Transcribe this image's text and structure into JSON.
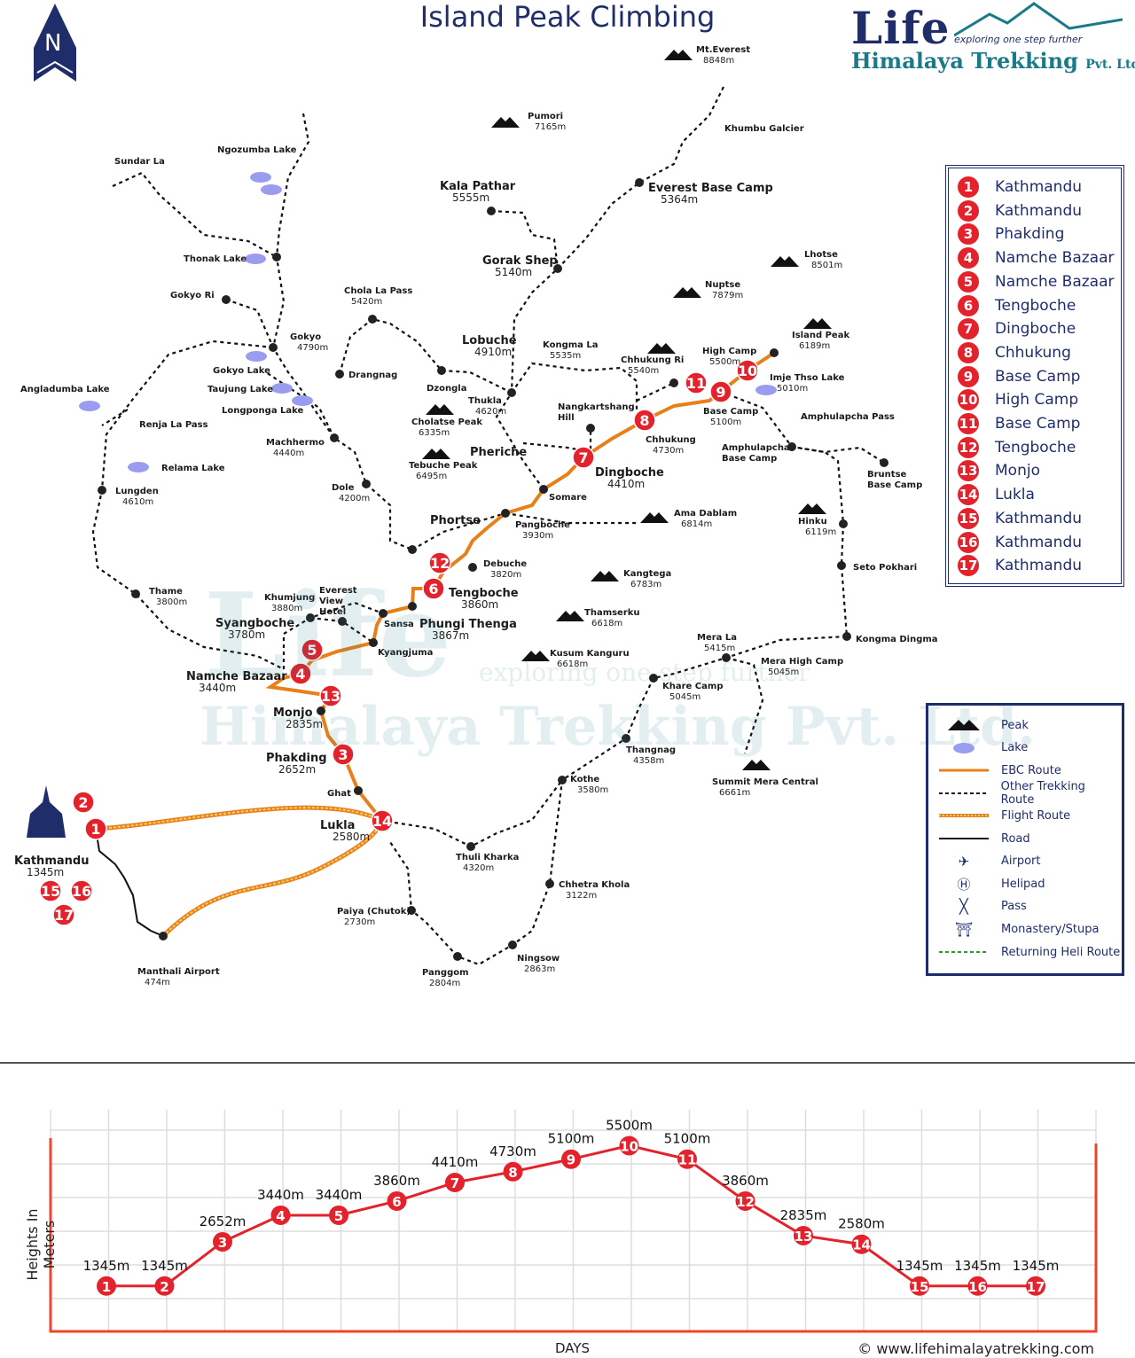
{
  "title": "Island Peak Climbing",
  "north": "N",
  "logo": {
    "brand": "Life",
    "tagline": "exploring one step further",
    "company": "Himalaya Trekking",
    "company_suffix": "Pvt. Ltd."
  },
  "watermark": {
    "brand": "Life",
    "tagline": "exploring one step further",
    "company": "Himalaya Trekking Pvt. Ltd."
  },
  "itinerary": [
    "Kathmandu",
    "Kathmandu",
    "Phakding",
    "Namche Bazaar",
    "Namche Bazaar",
    "Tengboche",
    "Dingboche",
    "Chhukung",
    "Base Camp",
    "High Camp",
    "Base Camp",
    "Tengboche",
    "Monjo",
    "Lukla",
    "Kathmandu",
    "Kathmandu",
    "Kathmandu"
  ],
  "legend": [
    {
      "icon": "peak-icon",
      "label": "Peak"
    },
    {
      "icon": "lake-icon",
      "label": "Lake"
    },
    {
      "icon": "ebc-route-line",
      "label": "EBC Route"
    },
    {
      "icon": "other-route-line",
      "label": "Other Trekking Route"
    },
    {
      "icon": "flight-route-line",
      "label": "Flight Route"
    },
    {
      "icon": "road-line",
      "label": "Road"
    },
    {
      "icon": "airport-icon",
      "label": "Airport"
    },
    {
      "icon": "helipad-icon",
      "label": "Helipad"
    },
    {
      "icon": "pass-icon",
      "label": "Pass"
    },
    {
      "icon": "monastery-icon",
      "label": "Monastery/Stupa"
    },
    {
      "icon": "heli-route-line",
      "label": "Returning Heli Route"
    }
  ],
  "colors": {
    "navy": "#1f2d6b",
    "route": "#e8801a",
    "marker": "#e3222c",
    "lake": "#9a9cf0",
    "chart": "#e3222c"
  },
  "places": [
    {
      "name": "Mt.Everest",
      "elev": "8848m"
    },
    {
      "name": "Pumori",
      "elev": "7165m"
    },
    {
      "name": "Khumbu Galcier",
      "elev": ""
    },
    {
      "name": "Kala Pathar",
      "elev": "5555m"
    },
    {
      "name": "Everest Base Camp",
      "elev": "5364m"
    },
    {
      "name": "Gorak Shep",
      "elev": "5140m"
    },
    {
      "name": "Lhotse",
      "elev": "8501m"
    },
    {
      "name": "Nuptse",
      "elev": "7879m"
    },
    {
      "name": "Island Peak",
      "elev": "6189m"
    },
    {
      "name": "Sundar La",
      "elev": ""
    },
    {
      "name": "Ngozumba Lake",
      "elev": ""
    },
    {
      "name": "Thonak Lake",
      "elev": ""
    },
    {
      "name": "Gokyo Ri",
      "elev": ""
    },
    {
      "name": "Chola La Pass",
      "elev": "5420m"
    },
    {
      "name": "Gokyo",
      "elev": "4790m"
    },
    {
      "name": "Drangnag",
      "elev": ""
    },
    {
      "name": "Gokyo Lake",
      "elev": ""
    },
    {
      "name": "Taujung Lake",
      "elev": ""
    },
    {
      "name": "Longponga Lake",
      "elev": ""
    },
    {
      "name": "Angladumba Lake",
      "elev": ""
    },
    {
      "name": "Renja La Pass",
      "elev": ""
    },
    {
      "name": "Machhermo",
      "elev": "4440m"
    },
    {
      "name": "Relama Lake",
      "elev": ""
    },
    {
      "name": "Lungden",
      "elev": "4610m"
    },
    {
      "name": "Dole",
      "elev": "4200m"
    },
    {
      "name": "Lobuche",
      "elev": "4910m"
    },
    {
      "name": "Dzongla",
      "elev": ""
    },
    {
      "name": "Thukla",
      "elev": "4620m"
    },
    {
      "name": "Kongma La",
      "elev": "5535m"
    },
    {
      "name": "Chhukung Ri",
      "elev": "5540m"
    },
    {
      "name": "High Camp",
      "elev": "5500m"
    },
    {
      "name": "Imje Thso Lake",
      "elev": "5010m"
    },
    {
      "name": "Amphulapcha Pass",
      "elev": ""
    },
    {
      "name": "Cholatse Peak",
      "elev": "6335m"
    },
    {
      "name": "Tebuche Peak",
      "elev": "6495m"
    },
    {
      "name": "Nangkartshang Hill",
      "elev": ""
    },
    {
      "name": "Base Camp",
      "elev": "5100m"
    },
    {
      "name": "Chhukung",
      "elev": "4730m"
    },
    {
      "name": "Pheriche",
      "elev": ""
    },
    {
      "name": "Amphulapcha Base Camp",
      "elev": ""
    },
    {
      "name": "Bruntse Base Camp",
      "elev": ""
    },
    {
      "name": "Dingboche",
      "elev": "4410m"
    },
    {
      "name": "Somare",
      "elev": ""
    },
    {
      "name": "Phortse",
      "elev": ""
    },
    {
      "name": "Ama Dablam",
      "elev": "6814m"
    },
    {
      "name": "Pangboche",
      "elev": "3930m"
    },
    {
      "name": "Hinku",
      "elev": "6119m"
    },
    {
      "name": "Seto Pokhari",
      "elev": ""
    },
    {
      "name": "Thame",
      "elev": "3800m"
    },
    {
      "name": "Debuche",
      "elev": "3820m"
    },
    {
      "name": "Kangtega",
      "elev": "6783m"
    },
    {
      "name": "Tengboche",
      "elev": "3860m"
    },
    {
      "name": "Khumjung",
      "elev": "3880m"
    },
    {
      "name": "Everest View Hotel",
      "elev": ""
    },
    {
      "name": "Syangboche",
      "elev": "3780m"
    },
    {
      "name": "Sansa",
      "elev": ""
    },
    {
      "name": "Phungi Thenga",
      "elev": "3867m"
    },
    {
      "name": "Thamserku",
      "elev": "6618m"
    },
    {
      "name": "Kyangjuma",
      "elev": ""
    },
    {
      "name": "Kusum Kanguru",
      "elev": "6618m"
    },
    {
      "name": "Mera La",
      "elev": "5415m"
    },
    {
      "name": "Kongma Dingma",
      "elev": ""
    },
    {
      "name": "Mera High Camp",
      "elev": "5045m"
    },
    {
      "name": "Khare Camp",
      "elev": "5045m"
    },
    {
      "name": "Namche Bazaar",
      "elev": "3440m"
    },
    {
      "name": "Monjo",
      "elev": "2835m"
    },
    {
      "name": "Thangnag",
      "elev": "4358m"
    },
    {
      "name": "Summit Mera Central",
      "elev": "6661m"
    },
    {
      "name": "Phakding",
      "elev": "2652m"
    },
    {
      "name": "Kothe",
      "elev": "3580m"
    },
    {
      "name": "Ghat",
      "elev": ""
    },
    {
      "name": "Lukla",
      "elev": "2580m"
    },
    {
      "name": "Thuli Kharka",
      "elev": "4320m"
    },
    {
      "name": "Chhetra Khola",
      "elev": "3122m"
    },
    {
      "name": "Kathmandu",
      "elev": "1345m"
    },
    {
      "name": "Paiya (Chutok)",
      "elev": "2730m"
    },
    {
      "name": "Manthali Airport",
      "elev": "474m"
    },
    {
      "name": "Ningsow",
      "elev": "2863m"
    },
    {
      "name": "Panggom",
      "elev": "2804m"
    }
  ],
  "chart_data": {
    "type": "line",
    "xlabel": "DAYS",
    "ylabel": "Heights In Meters",
    "x": [
      1,
      2,
      3,
      4,
      5,
      6,
      7,
      8,
      9,
      10,
      11,
      12,
      13,
      14,
      15,
      16,
      17
    ],
    "values": [
      1345,
      1345,
      2652,
      3440,
      3440,
      3860,
      4410,
      4730,
      5100,
      5500,
      5100,
      3860,
      2835,
      2580,
      1345,
      1345,
      1345
    ],
    "data_labels": [
      "1345m",
      "1345m",
      "2652m",
      "3440m",
      "3440m",
      "3860m",
      "4410m",
      "4730m",
      "5100m",
      "5500m",
      "5100m",
      "3860m",
      "2835m",
      "2580m",
      "1345m",
      "1345m",
      "1345m"
    ],
    "ylim": [
      0,
      6300
    ],
    "grid": true
  },
  "footer": "© www.lifehimalayatrekking.com"
}
